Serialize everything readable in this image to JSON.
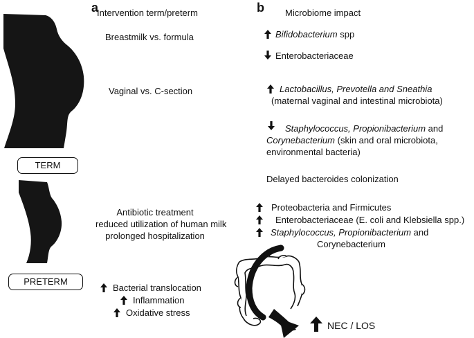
{
  "panel_a": {
    "label": "a",
    "header": "Intervention term/preterm",
    "breastmilk": "Breastmilk vs. formula",
    "delivery": "Vaginal vs. C-section",
    "term_box": "TERM",
    "preterm_box": "PRETERM",
    "preterm_factors": [
      "Antibiotic treatment",
      "reduced utilization of human milk",
      "prolonged hospitalization"
    ],
    "outcomes": [
      {
        "dir": "up",
        "text": "Bacterial translocation"
      },
      {
        "dir": "up",
        "text": "Inflammation"
      },
      {
        "dir": "up",
        "text": "Oxidative stress"
      }
    ]
  },
  "panel_b": {
    "label": "b",
    "header": "Microbiome impact",
    "bifido": {
      "dir": "up",
      "genus": "Bifidobacterium",
      "suffix": " spp"
    },
    "entero": {
      "dir": "down",
      "text": "Enterobacteriaceae"
    },
    "vaginal_taxa": {
      "dir": "up",
      "text": "Lactobacillus, Prevotella and Sneathia",
      "note": "(maternal vaginal and intestinal microbiota)"
    },
    "csection_taxa": {
      "dir": "down",
      "line1_italic": "Staphylococcus, Propionibacterium",
      "line1_suffix": " and",
      "line2_italic": "Corynebacterium",
      "line2_suffix": " (skin and oral microbiota,",
      "line3": "environmental bacteria)"
    },
    "delayed": "Delayed bacteroides colonization",
    "preterm_taxa": [
      {
        "dir": "up",
        "text": "Proteobacteria and Firmicutes"
      },
      {
        "dir": "up",
        "text": "Enterobacteriaceae (E. coli and Klebsiella spp.)"
      }
    ],
    "preterm_taxa_last": {
      "dir": "up",
      "italic": "Staphylococcus, Propionibacterium",
      "suffix": " and",
      "line2": "Corynebacterium"
    },
    "outcome": {
      "dir": "up",
      "text": "NEC / LOS"
    }
  },
  "colors": {
    "ink": "#111111",
    "background": "#ffffff"
  },
  "icons": [
    "pregnant-silhouette-term",
    "pregnant-silhouette-preterm",
    "colon-icon",
    "curved-arrow-icon",
    "up-arrow-icon",
    "down-arrow-icon"
  ]
}
